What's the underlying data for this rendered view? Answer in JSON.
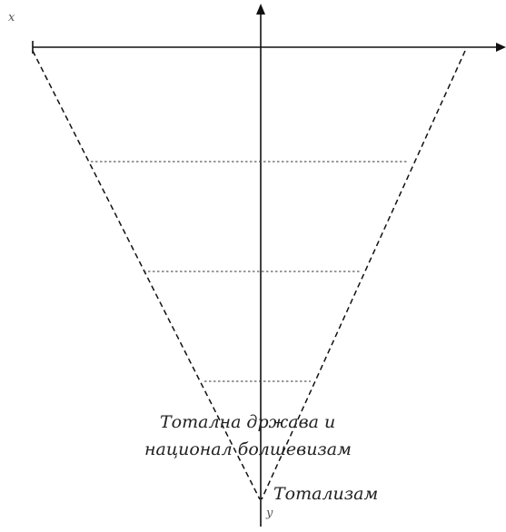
{
  "axes": {
    "x_label": "x",
    "y_label": "y"
  },
  "labels": {
    "line1": "Тотална држава и",
    "line2": "национал болшевизам",
    "apex": "Тотализам"
  },
  "colors": {
    "stroke": "#111111",
    "dotted": "#333333",
    "text": "#222222"
  }
}
